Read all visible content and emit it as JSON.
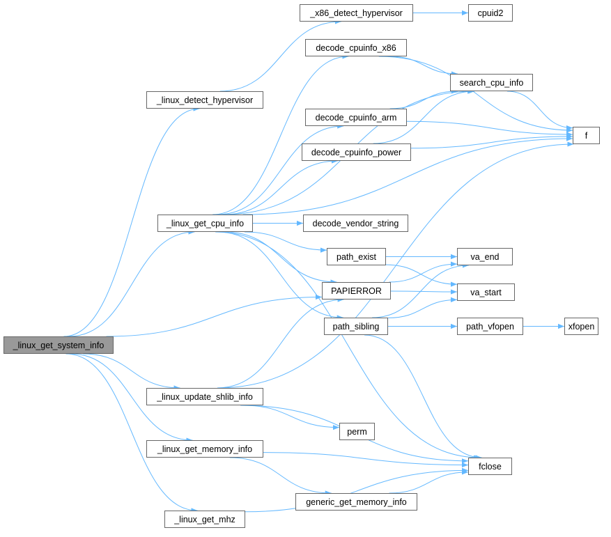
{
  "diagram": {
    "type": "call-graph",
    "edge_color": "#63b8ff",
    "node_border_color": "#666666",
    "root_fill_color": "#999999",
    "root": "_linux_get_system_info",
    "nodes": [
      {
        "id": "sysinfo",
        "label": "_linux_get_system_info"
      },
      {
        "id": "x86hyp",
        "label": "_x86_detect_hypervisor"
      },
      {
        "id": "cpuid2",
        "label": "cpuid2"
      },
      {
        "id": "dx86",
        "label": "decode_cpuinfo_x86"
      },
      {
        "id": "search",
        "label": "search_cpu_info"
      },
      {
        "id": "linhyp",
        "label": "_linux_detect_hypervisor"
      },
      {
        "id": "darm",
        "label": "decode_cpuinfo_arm"
      },
      {
        "id": "f",
        "label": "f"
      },
      {
        "id": "dpow",
        "label": "decode_cpuinfo_power"
      },
      {
        "id": "cpuinfo",
        "label": "_linux_get_cpu_info"
      },
      {
        "id": "vendor",
        "label": "decode_vendor_string"
      },
      {
        "id": "pexist",
        "label": "path_exist"
      },
      {
        "id": "vaend",
        "label": "va_end"
      },
      {
        "id": "papierr",
        "label": "PAPIERROR"
      },
      {
        "id": "vastart",
        "label": "va_start"
      },
      {
        "id": "psib",
        "label": "path_sibling"
      },
      {
        "id": "pvfopen",
        "label": "path_vfopen"
      },
      {
        "id": "xfopen",
        "label": "xfopen"
      },
      {
        "id": "shlib",
        "label": "_linux_update_shlib_info"
      },
      {
        "id": "perm",
        "label": "perm"
      },
      {
        "id": "meminfo",
        "label": "_linux_get_memory_info"
      },
      {
        "id": "fclose",
        "label": "fclose"
      },
      {
        "id": "genmem",
        "label": "generic_get_memory_info"
      },
      {
        "id": "mhz",
        "label": "_linux_get_mhz"
      }
    ],
    "edges": [
      [
        "sysinfo",
        "linhyp"
      ],
      [
        "sysinfo",
        "cpuinfo"
      ],
      [
        "sysinfo",
        "papierr"
      ],
      [
        "sysinfo",
        "shlib"
      ],
      [
        "sysinfo",
        "meminfo"
      ],
      [
        "sysinfo",
        "mhz"
      ],
      [
        "linhyp",
        "x86hyp"
      ],
      [
        "x86hyp",
        "cpuid2"
      ],
      [
        "cpuinfo",
        "dx86"
      ],
      [
        "cpuinfo",
        "search"
      ],
      [
        "cpuinfo",
        "darm"
      ],
      [
        "cpuinfo",
        "dpow"
      ],
      [
        "cpuinfo",
        "f"
      ],
      [
        "cpuinfo",
        "vendor"
      ],
      [
        "cpuinfo",
        "pexist"
      ],
      [
        "cpuinfo",
        "papierr"
      ],
      [
        "cpuinfo",
        "psib"
      ],
      [
        "cpuinfo",
        "fclose"
      ],
      [
        "dx86",
        "search"
      ],
      [
        "dx86",
        "f"
      ],
      [
        "darm",
        "search"
      ],
      [
        "darm",
        "f"
      ],
      [
        "dpow",
        "search"
      ],
      [
        "dpow",
        "f"
      ],
      [
        "search",
        "f"
      ],
      [
        "pexist",
        "vaend"
      ],
      [
        "pexist",
        "vastart"
      ],
      [
        "papierr",
        "vaend"
      ],
      [
        "papierr",
        "vastart"
      ],
      [
        "psib",
        "vaend"
      ],
      [
        "psib",
        "vastart"
      ],
      [
        "psib",
        "pvfopen"
      ],
      [
        "psib",
        "fclose"
      ],
      [
        "pvfopen",
        "xfopen"
      ],
      [
        "shlib",
        "papierr"
      ],
      [
        "shlib",
        "f"
      ],
      [
        "shlib",
        "perm"
      ],
      [
        "shlib",
        "fclose"
      ],
      [
        "meminfo",
        "fclose"
      ],
      [
        "meminfo",
        "genmem"
      ],
      [
        "genmem",
        "fclose"
      ],
      [
        "mhz",
        "fclose"
      ]
    ]
  }
}
